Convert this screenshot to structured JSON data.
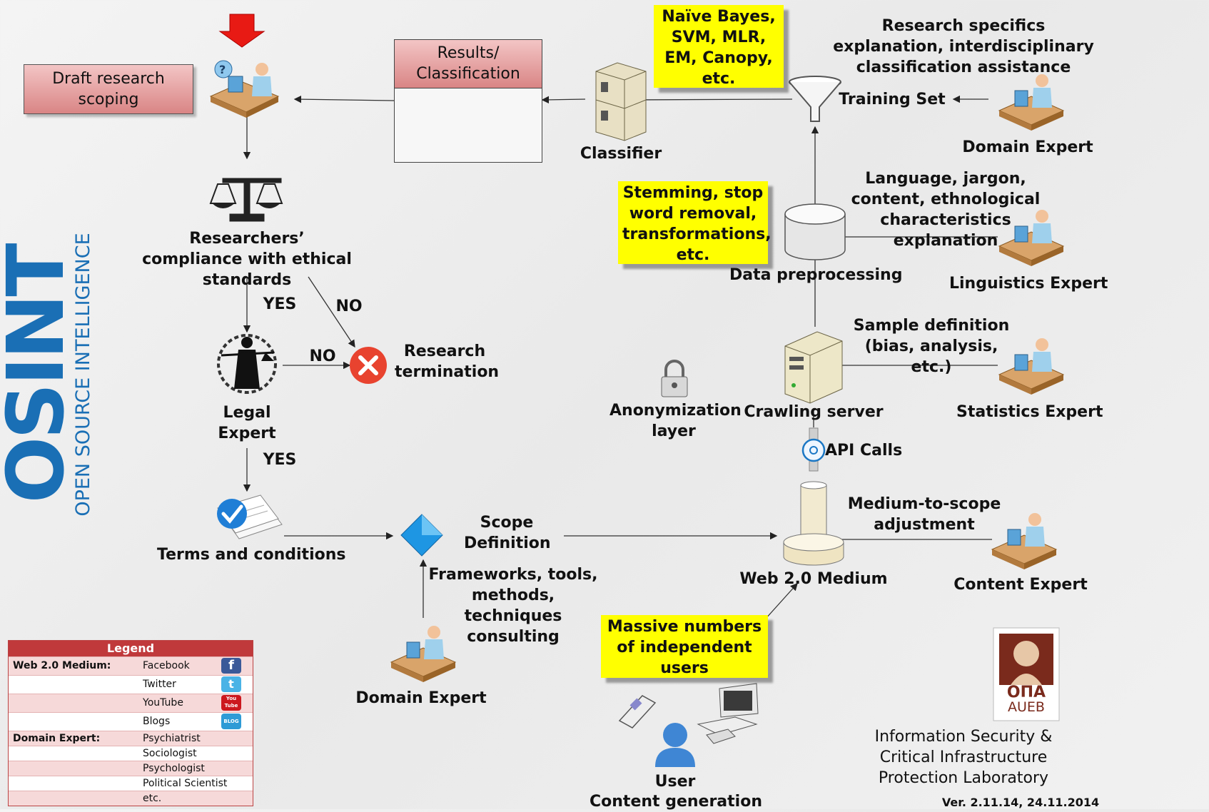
{
  "osint": {
    "logo": "OSINT",
    "subtitle": "OPEN SOURCE INTELLIGENCE"
  },
  "boxes": {
    "draft": "Draft research scoping",
    "results": "Results/ Classification"
  },
  "notes": {
    "algorithms": "Naïve Bayes, SVM, MLR, EM, Canopy, etc.",
    "preprocessing": "Stemming, stop word removal, transformations, etc.",
    "users": "Massive numbers of independent users"
  },
  "labels": {
    "classifier": "Classifier",
    "training_set": "Training Set",
    "research_specifics": "Research specifics explanation, interdisciplinary classification assistance",
    "domain_expert_top": "Domain Expert",
    "language": "Language, jargon, content, ethnological characteristics explanation",
    "data_preprocessing": "Data preprocessing",
    "linguistics_expert": "Linguistics Expert",
    "compliance": "Researchers’ compliance with ethical standards",
    "yes1": "YES",
    "no1": "NO",
    "no2": "NO",
    "research_termination": "Research termination",
    "legal_expert": "Legal Expert",
    "yes2": "YES",
    "sample_definition": "Sample definition (bias, analysis, etc.)",
    "crawling_server": "Crawling server",
    "statistics_expert": "Statistics Expert",
    "anonymization": "Anonymization layer",
    "api_calls": "API Calls",
    "medium_scope": "Medium-to-scope adjustment",
    "terms": "Terms and conditions",
    "scope_definition": "Scope Definition",
    "web_medium": "Web 2.0 Medium",
    "content_expert": "Content Expert",
    "frameworks": "Frameworks, tools, methods, techniques consulting",
    "domain_expert_bottom": "Domain Expert",
    "user": "User",
    "content_generation": "Content generation",
    "lab": "Information Security & Critical Infrastructure Protection Laboratory",
    "version": "Ver. 2.11.14, 24.11.2014",
    "aueb_greek": "ΟΠΑ",
    "aueb": "AUEB"
  },
  "legend": {
    "title": "Legend",
    "rows": [
      {
        "key": "Web 2.0 Medium:",
        "value": "Facebook",
        "icon": "facebook-icon",
        "color": "#3b5998",
        "glyph": "f"
      },
      {
        "key": "",
        "value": "Twitter",
        "icon": "twitter-icon",
        "color": "#4ab3e6",
        "glyph": "t"
      },
      {
        "key": "",
        "value": "YouTube",
        "icon": "youtube-icon",
        "color": "#cc181e",
        "glyph": "You Tube"
      },
      {
        "key": "",
        "value": "Blogs",
        "icon": "blog-icon",
        "color": "#2e9bd6",
        "glyph": "BLOG"
      },
      {
        "key": "Domain Expert:",
        "value": "Psychiatrist"
      },
      {
        "key": "",
        "value": "Sociologist"
      },
      {
        "key": "",
        "value": "Psychologist"
      },
      {
        "key": "",
        "value": "Political Scientist"
      },
      {
        "key": "",
        "value": "etc."
      }
    ]
  },
  "colors": {
    "note_yellow": "#ffff00",
    "box_pink": "#e6a3a3",
    "osint_blue": "#1a6fb5",
    "legend_red": "#c0393b"
  }
}
